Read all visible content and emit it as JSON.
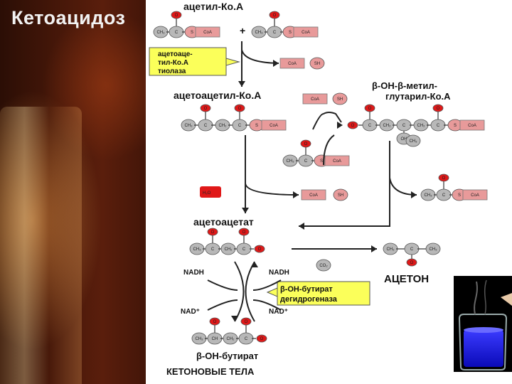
{
  "slide": {
    "title": "Кетоацидоз"
  },
  "diagram": {
    "top_label": "ацетил-Ко.А",
    "enzyme1": [
      "ацетоаце-",
      "тил-Ко.А",
      "тиолаза"
    ],
    "acetoacetyl": "ацетоацетил-Ко.А",
    "hmg": [
      "β-OH-β-метил-",
      "глутарил-Ко.А"
    ],
    "acetoacetate": "ацетоацетат",
    "acetone": "АЦЕТОН",
    "nadh": "NADH",
    "nad": "NAD⁺",
    "enzyme2": [
      "β-OH-бутират",
      "дегидрогеназа"
    ],
    "butyrate": "β-OH-бутират",
    "ketone_bodies": "КЕТОНОВЫЕ ТЕЛА",
    "plus": "+",
    "h2o": "H₂O",
    "mol": {
      "ch3": "CH₃",
      "ch2": "CH₂",
      "ch": "CH",
      "c": "C",
      "o": "O",
      "s": "S",
      "coa": "CoA",
      "sh": "SH",
      "oh": "OH",
      "co2": "CO₂"
    }
  },
  "colors": {
    "red": "#e01818",
    "gray": "#b8b8b8",
    "pink": "#e89a9a",
    "yellow": "#fbff5a",
    "arrow": "#222222"
  }
}
